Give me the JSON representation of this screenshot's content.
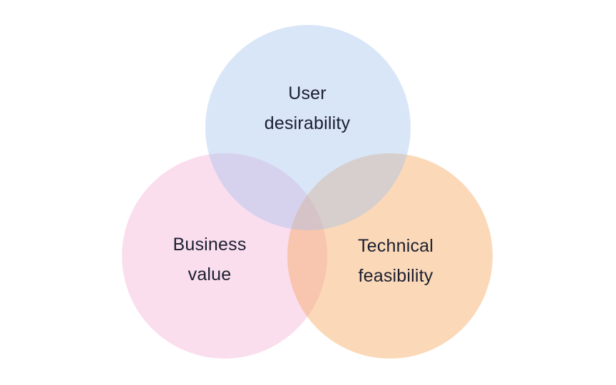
{
  "page": {
    "background": "#ffffff"
  },
  "venn": {
    "type": "venn-diagram",
    "text_color": "#1b1f31",
    "circles": [
      {
        "name": "user-desirability",
        "label_line1": "User",
        "label_line2": "desirability",
        "color": "#a0c0ed",
        "rendered_tint": "#d9e6f8"
      },
      {
        "name": "business-value",
        "label_line1": "Business",
        "label_line2": "value",
        "color": "#f5acd4",
        "rendered_tint": "#fbdeee"
      },
      {
        "name": "technical-feasibility",
        "label_line1": "Technical",
        "label_line2": "feasibility",
        "color": "#f5a04d",
        "rendered_tint": "#fbd9b7"
      }
    ]
  }
}
